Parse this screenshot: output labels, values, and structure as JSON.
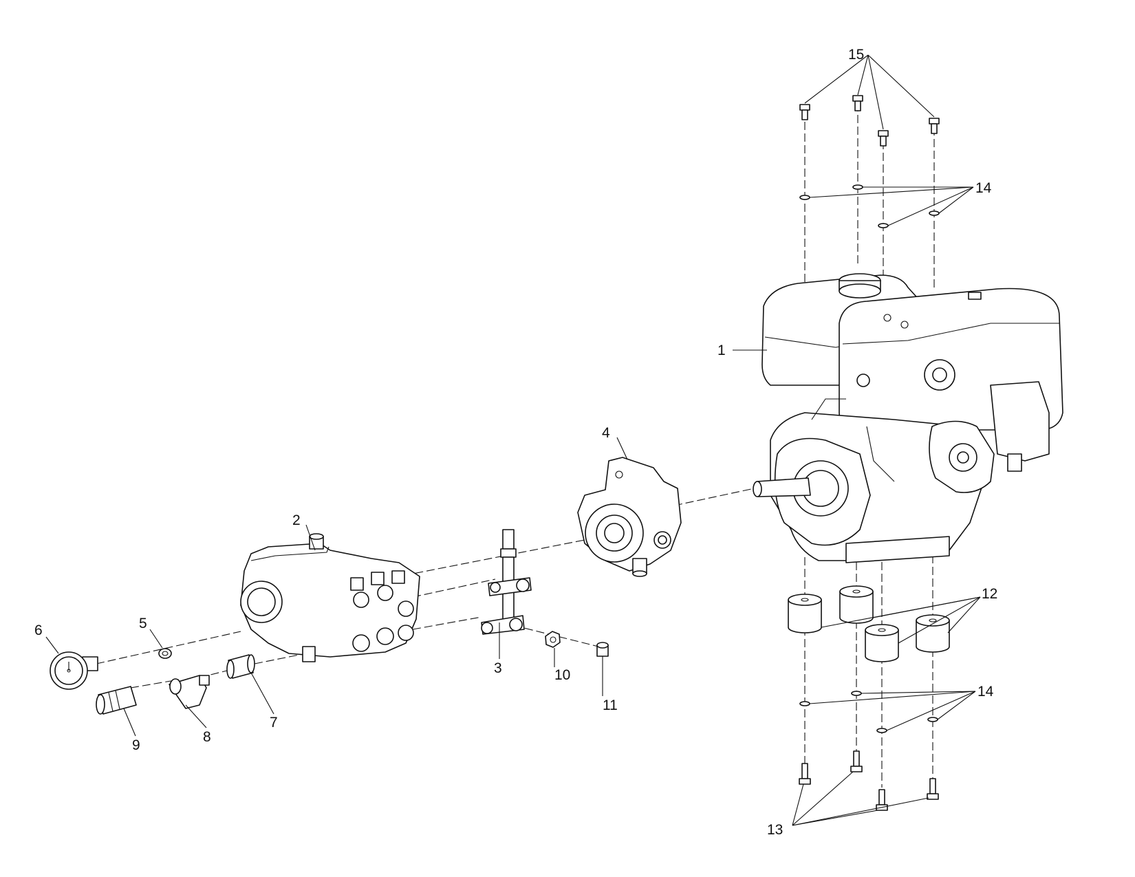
{
  "labels": {
    "l1": "1",
    "l2": "2",
    "l3": "3",
    "l4": "4",
    "l5": "5",
    "l6": "6",
    "l7": "7",
    "l8": "8",
    "l9": "9",
    "l10": "10",
    "l11": "11",
    "l12": "12",
    "l13": "13",
    "l14a": "14",
    "l14b": "14",
    "l15": "15"
  }
}
